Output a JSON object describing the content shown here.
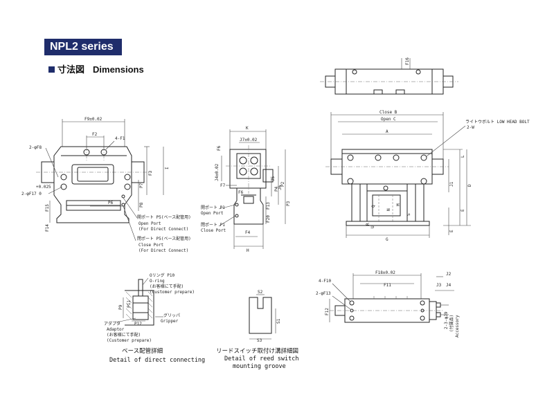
{
  "header": {
    "series_title": "NPL2 series",
    "section_jp": "寸法図",
    "section_en": "Dimensions"
  },
  "front_view": {
    "dims": {
      "f9": "F9±0.02",
      "f2": "F2",
      "f1": "4-F1",
      "f8": "2-φF8",
      "f17_tol": "+0.025",
      "f17": "2-φF17  0",
      "f15": "F15",
      "f14": "F14",
      "p6": "P6",
      "p7": "P7",
      "f3": "F3",
      "i": "I",
      "p8": "P8"
    },
    "notes": {
      "p5_jp": "開ポート P5(ベース配管用)",
      "p5_en1": "Open Port",
      "p5_en2": "(For Direct Connect)",
      "p5c_jp": "閉ポート P5(ベース配管用)",
      "p5c_en1": "Close Port",
      "p5c_en2": "(For Direct Connect)"
    }
  },
  "side_view": {
    "dims": {
      "k": "K",
      "j7": "J7±0.02",
      "f6": "F6",
      "j5": "J5",
      "j6": "J6",
      "j4": "J4±0.02",
      "f7": "F7",
      "p4": "P4",
      "p3": "P3",
      "p2": "P2",
      "f13": "F13",
      "f20": "F20",
      "f4": "F4",
      "h": "H"
    },
    "notes": {
      "p1_open_jp": "開ポート P1",
      "p1_open_en": "Open Port",
      "p1_close_jp": "閉ポート P1",
      "p1_close_en": "Close Port"
    }
  },
  "right_view": {
    "dims": {
      "f16": "F16",
      "close_b": "Close B",
      "open_c": "Open C",
      "a": "A",
      "l": "L",
      "j1": "J1",
      "d": "D",
      "e": "E",
      "g": "G",
      "q": "Q",
      "r": "R",
      "n": "N",
      "m": "M",
      "s": "S",
      "u": "U"
    },
    "notes": {
      "bolt_jp": "ライトウボルト LOW HEAD BOLT",
      "bolt_spec": "2-W"
    }
  },
  "bottom_view": {
    "dims": {
      "f18": "F18±0.02",
      "f11": "F11",
      "f10": "4-F10",
      "f13": "2-φF13",
      "f12": "F12",
      "j2": "J2",
      "j3": "J3",
      "j4": "J4",
      "acc": "2-3-φJ9",
      "acc_jp": "(付属品)",
      "acc_en": "Accessory"
    }
  },
  "detail_connect": {
    "oring_jp": "Oリング P10",
    "oring_en": "O-ring",
    "cust_jp": "(お客様にて手配)",
    "cust_en": "(Customer prepare)",
    "gripper_jp": "グリッパ",
    "gripper_en": "Gripper",
    "adaptor_jp": "アダプタ",
    "adaptor_en": "Adaptor",
    "adaptor_cust_jp": "(お客様にて手配)",
    "adaptor_cust_en": "(Customer prepare)",
    "p9": "P9",
    "p11": "P11",
    "p12": "P12",
    "caption_jp": "ベース配管詳細",
    "caption_en": "Detail of direct connecting"
  },
  "detail_groove": {
    "s2": "S2",
    "s1": "S1",
    "s3": "S3",
    "caption_jp": "リードスイッチ取付け溝詳細図",
    "caption_en1": "Detail of reed switch",
    "caption_en2": "mounting groove"
  }
}
